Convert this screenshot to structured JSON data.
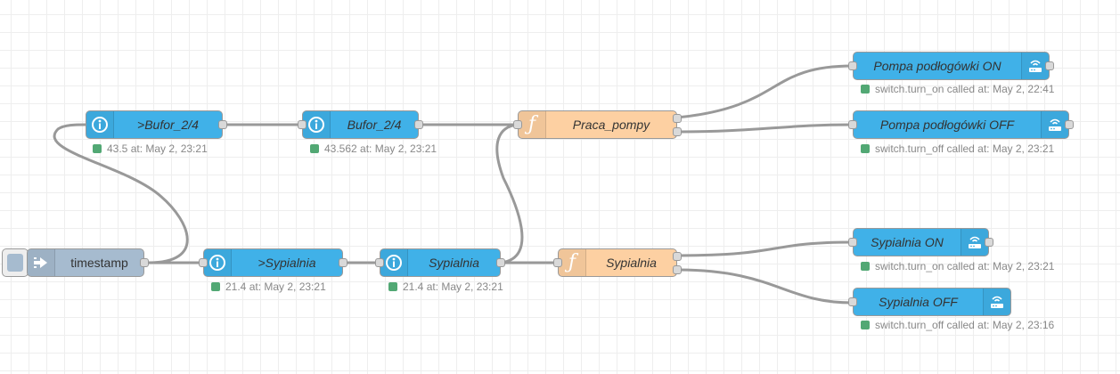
{
  "nodes": {
    "bufor_in": {
      "label": ">Bufor_2/4",
      "status": "43.5 at: May 2, 23:21",
      "icon": "info-icon"
    },
    "bufor": {
      "label": "Bufor_2/4",
      "status": "43.562 at: May 2, 23:21",
      "icon": "info-icon"
    },
    "praca": {
      "label": "Praca_pompy",
      "icon": "function-icon"
    },
    "pompa_on": {
      "label": "Pompa podłogówki ON",
      "status": "switch.turn_on called at: May 2, 22:41",
      "icon": "router-icon"
    },
    "pompa_off": {
      "label": "Pompa podłogówki OFF",
      "status": "switch.turn_off called at: May 2, 23:21",
      "icon": "router-icon"
    },
    "timestamp": {
      "label": "timestamp",
      "icon": "inject-icon"
    },
    "sypialnia_in": {
      "label": ">Sypialnia",
      "status": "21.4 at: May 2, 23:21",
      "icon": "info-icon"
    },
    "sypialnia": {
      "label": "Sypialnia",
      "status": "21.4 at: May 2, 23:21",
      "icon": "info-icon"
    },
    "sypialnia_fn": {
      "label": "Sypialnia",
      "icon": "function-icon"
    },
    "syp_on": {
      "label": "Sypialnia ON",
      "status": "switch.turn_on called at: May 2, 23:21",
      "icon": "router-icon"
    },
    "syp_off": {
      "label": "Sypialnia OFF",
      "status": "switch.turn_off called at: May 2, 23:16",
      "icon": "router-icon"
    }
  },
  "colors": {
    "ha_node": "#40b1e8",
    "function_node": "#fdd0a2",
    "inject_node": "#a6bbcf",
    "status_ok": "#52a874",
    "wire": "#999999"
  }
}
